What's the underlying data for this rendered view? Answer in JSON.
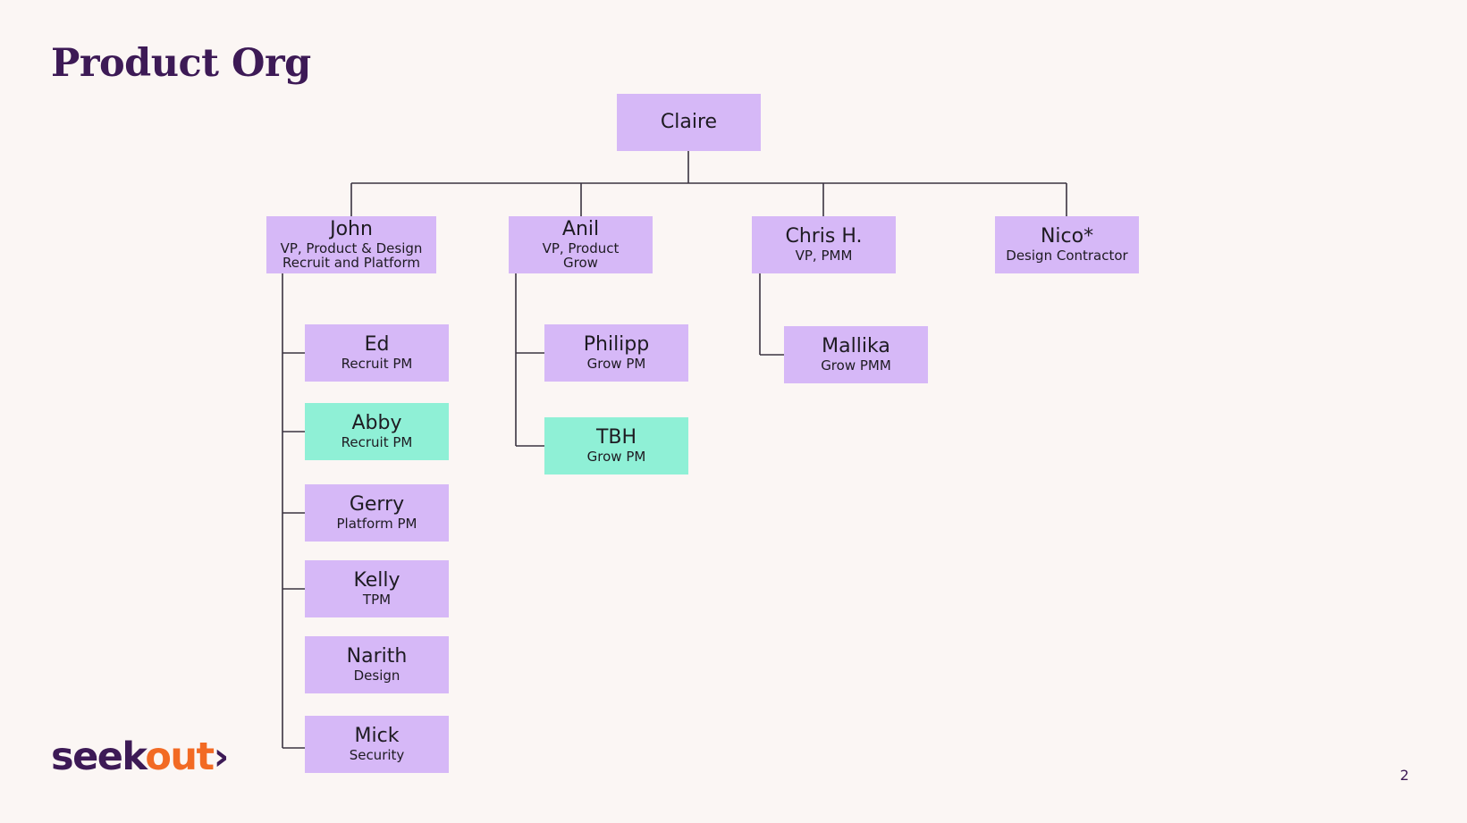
{
  "slide": {
    "title": "Product Org",
    "page_number": "2"
  },
  "logo": {
    "part1": "seek",
    "part2": "out",
    "chevron": "›"
  },
  "colors": {
    "open_role": "#8ff0d6",
    "filled_role": "#d6b8f7",
    "title": "#3d1a56",
    "logo_accent": "#f26a24"
  },
  "org": {
    "root": {
      "name": "Claire"
    },
    "vps": [
      {
        "name": "John",
        "role_line1": "VP, Product & Design",
        "role_line2": "Recruit and Platform"
      },
      {
        "name": "Anil",
        "role_line1": "VP, Product",
        "role_line2": "Grow"
      },
      {
        "name": "Chris H.",
        "role_line1": "VP, PMM"
      },
      {
        "name": "Nico*",
        "role_line1": "Design Contractor"
      }
    ],
    "john_reports": [
      {
        "name": "Ed",
        "role": "Recruit PM",
        "status": "filled"
      },
      {
        "name": "Abby",
        "role": "Recruit PM",
        "status": "open"
      },
      {
        "name": "Gerry",
        "role": "Platform PM",
        "status": "filled"
      },
      {
        "name": "Kelly",
        "role": "TPM",
        "status": "filled"
      },
      {
        "name": "Narith",
        "role": "Design",
        "status": "filled"
      },
      {
        "name": "Mick",
        "role": "Security",
        "status": "filled"
      }
    ],
    "anil_reports": [
      {
        "name": "Philipp",
        "role": "Grow PM",
        "status": "filled"
      },
      {
        "name": "TBH",
        "role": "Grow PM",
        "status": "open"
      }
    ],
    "chris_reports": [
      {
        "name": "Mallika",
        "role": "Grow PMM",
        "status": "filled"
      }
    ]
  }
}
